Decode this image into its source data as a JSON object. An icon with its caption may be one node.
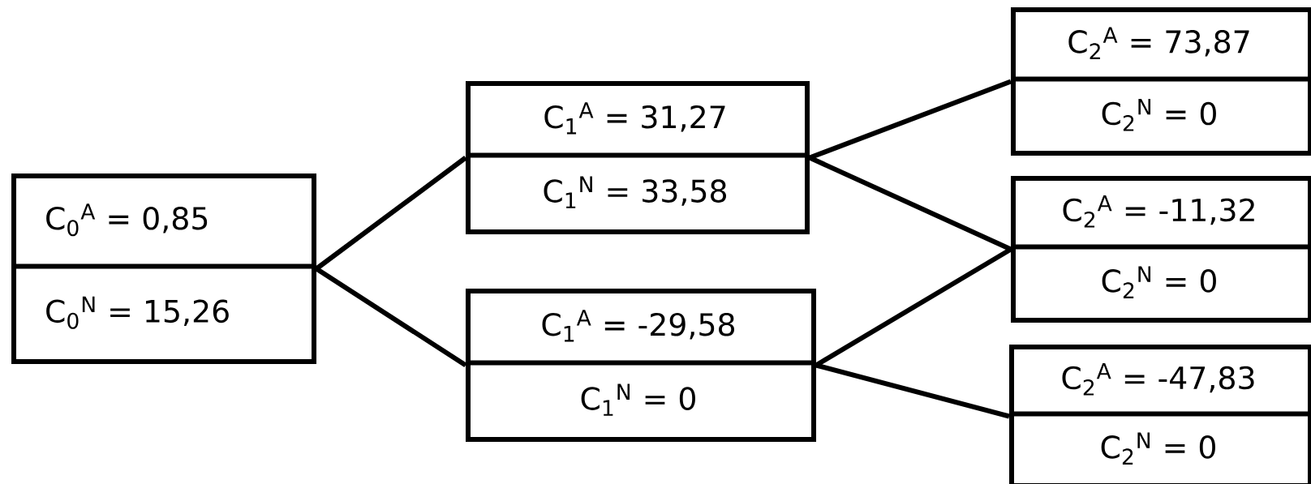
{
  "diagram": {
    "nodes": [
      {
        "text": [
          "C$_{0}$$^{A}$ = 0,85",
          "C$_{0}$$^{N}$ = 15,26"
        ]
      },
      {
        "text": [
          "C$_{1}$$^{A}$ = 31,27",
          "C$_{1}$$^{N}$ = 33,58"
        ]
      },
      {
        "text": [
          "C$_{1}$$^{A}$ = -29,58",
          "C$_{1}$$^{N}$ = 0"
        ]
      },
      {
        "text": [
          "C$_{2}$$^{A}$ = 73,87",
          "C$_{2}$$^{N}$ = 0"
        ]
      },
      {
        "text": [
          "C$_{2}$$^{A}$ = -11,32",
          "C$_{2}$$^{N}$ = 0"
        ]
      },
      {
        "text": [
          "C$_{2}$$^{A}$ = -47,83",
          "C$_{2}$$^{N}$ = 0"
        ]
      }
    ],
    "edges": [
      {
        "from": 0,
        "to": 1,
        "arrow": "none"
      },
      {
        "from": 0,
        "to": 2,
        "arrow": "none"
      },
      {
        "from": 1,
        "to": 3,
        "arrow": "none"
      },
      {
        "from": 1,
        "to": 4,
        "arrow": "none"
      },
      {
        "from": 2,
        "to": 4,
        "arrow": "none"
      },
      {
        "from": 2,
        "to": 5,
        "arrow": "none"
      }
    ]
  }
}
